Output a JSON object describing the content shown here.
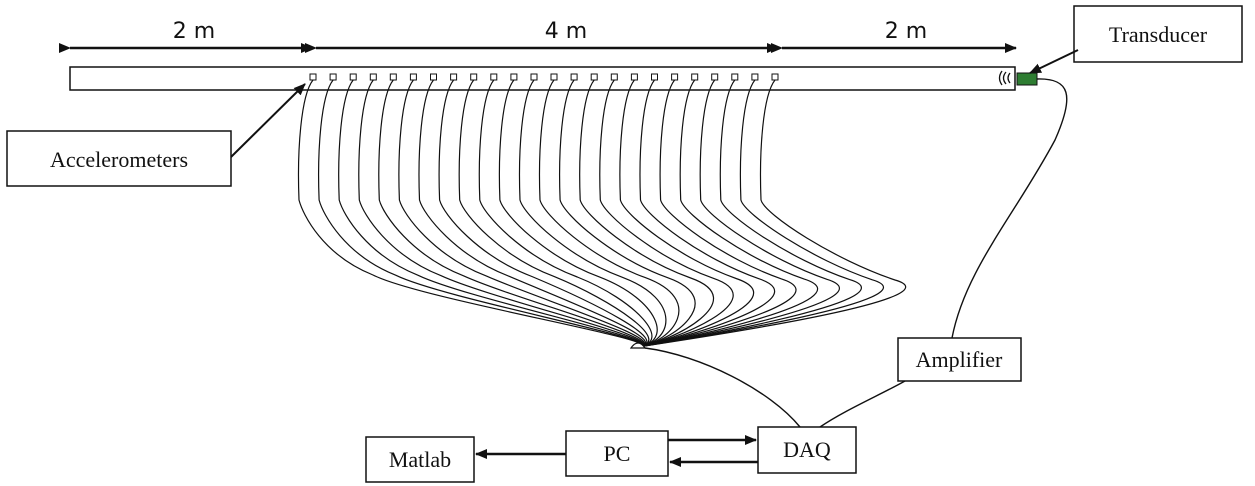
{
  "dimensions": {
    "left": "2 m",
    "middle": "4 m",
    "right": "2 m"
  },
  "labels": {
    "transducer": "Transducer",
    "accelerometers": "Accelerometers",
    "amplifier": "Amplifier",
    "daq": "DAQ",
    "pc": "PC",
    "matlab": "Matlab"
  },
  "sensor_count": 24,
  "colors": {
    "line": "#111111",
    "transducer": "#2e7d32",
    "background": "#ffffff"
  }
}
